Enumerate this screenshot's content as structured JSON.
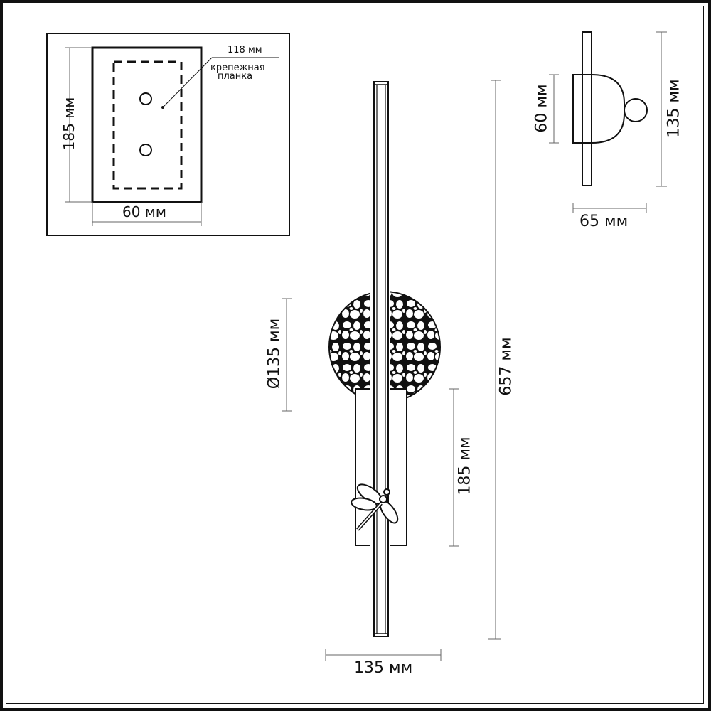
{
  "drawing": {
    "mount_plate": {
      "height_label": "185 мм",
      "width_label": "60 мм",
      "bar_length_label": "118 мм",
      "bar_caption_line1": "крепежная",
      "bar_caption_line2": "планка"
    },
    "side_view": {
      "base_height_label": "60 мм",
      "total_height_label": "135 мм",
      "depth_label": "65 мм"
    },
    "front_view": {
      "disc_diameter_label": "Ø135 мм",
      "total_height_label": "657 мм",
      "plate_height_label": "185 мм",
      "width_label": "135 мм"
    },
    "icons": [
      "dragonfly-ornament-icon",
      "pebble-disc-pattern"
    ],
    "colors": {
      "line": "#111111",
      "dim_line": "#666666",
      "background": "#ffffff"
    }
  }
}
